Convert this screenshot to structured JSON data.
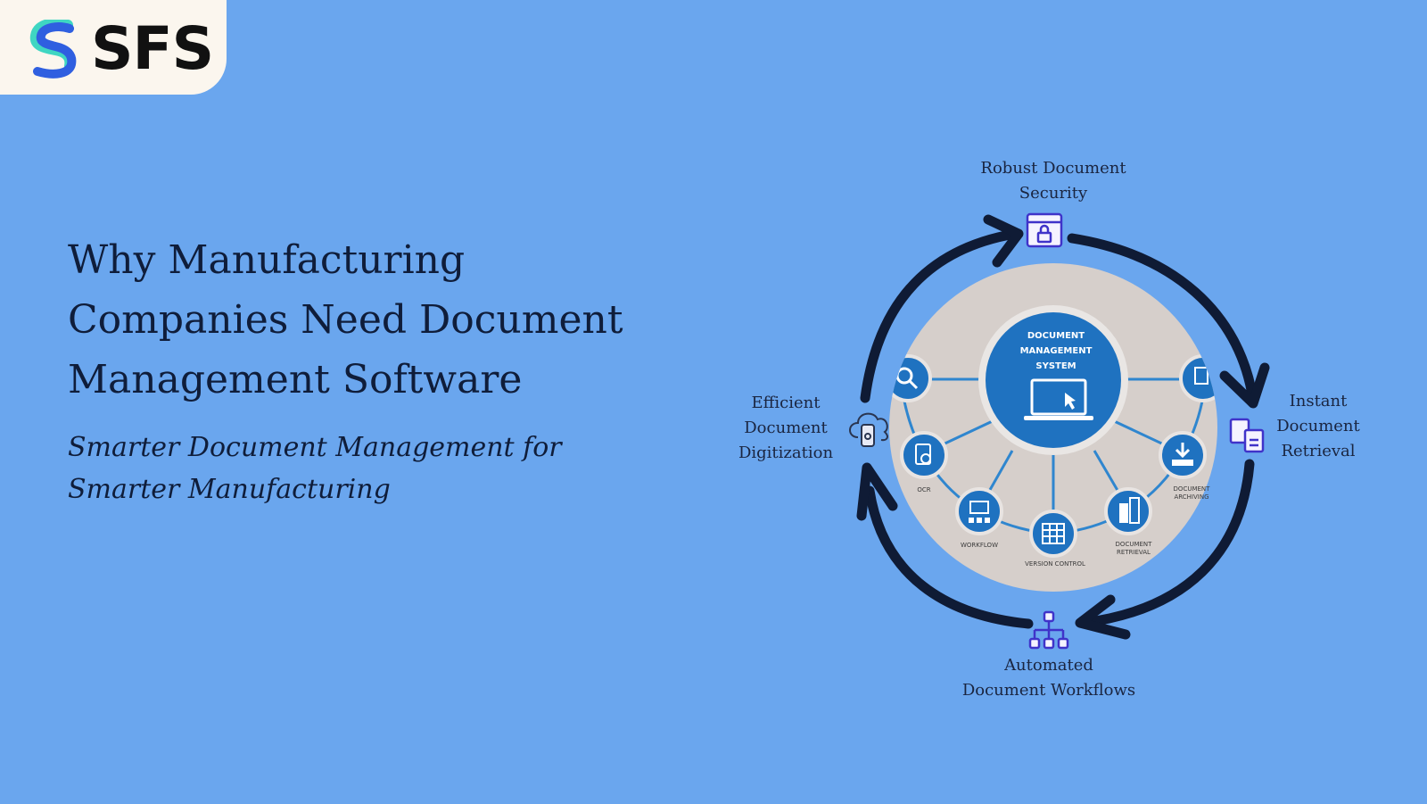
{
  "brand": {
    "name": "SFS",
    "logo_icon": "s-swirl-logo",
    "colors": {
      "accent": "#2f5fe0",
      "mint": "#3fd6c2",
      "background": "#6aa6ee",
      "card": "#fbf6ee"
    }
  },
  "headline": "Why Manufacturing Companies Need Document Management Software",
  "subheadline": "Smarter Document Management for Smarter Manufacturing",
  "diagram": {
    "center": {
      "title_line1": "DOCUMENT",
      "title_line2": "MANAGEMENT",
      "title_line3": "SYSTEM",
      "icon": "laptop-cursor-icon"
    },
    "hub_nodes": [
      {
        "label": "OCR",
        "icon": "ocr-icon"
      },
      {
        "label": "WORKFLOW",
        "icon": "workflow-icon"
      },
      {
        "label": "VERSION CONTROL",
        "icon": "version-control-icon"
      },
      {
        "label": "DOCUMENT",
        "label2": "RETRIEVAL",
        "icon": "retrieval-icon"
      },
      {
        "label": "DOCUMENT",
        "label2": "ARCHIVING",
        "icon": "archive-icon"
      }
    ],
    "stages": {
      "security": {
        "line1": "Robust Document",
        "line2": "Security",
        "icon": "lock-window-icon"
      },
      "retrieval": {
        "line1": "Instant",
        "line2": "Document",
        "line3": "Retrieval",
        "icon": "clipboard-copy-icon"
      },
      "workflows": {
        "line1": "Automated",
        "line2": "Document Workflows",
        "icon": "hierarchy-icon"
      },
      "digitization": {
        "line1": "Efficient",
        "line2": "Document",
        "line3": "Digitization",
        "icon": "cloud-phone-icon"
      }
    }
  }
}
